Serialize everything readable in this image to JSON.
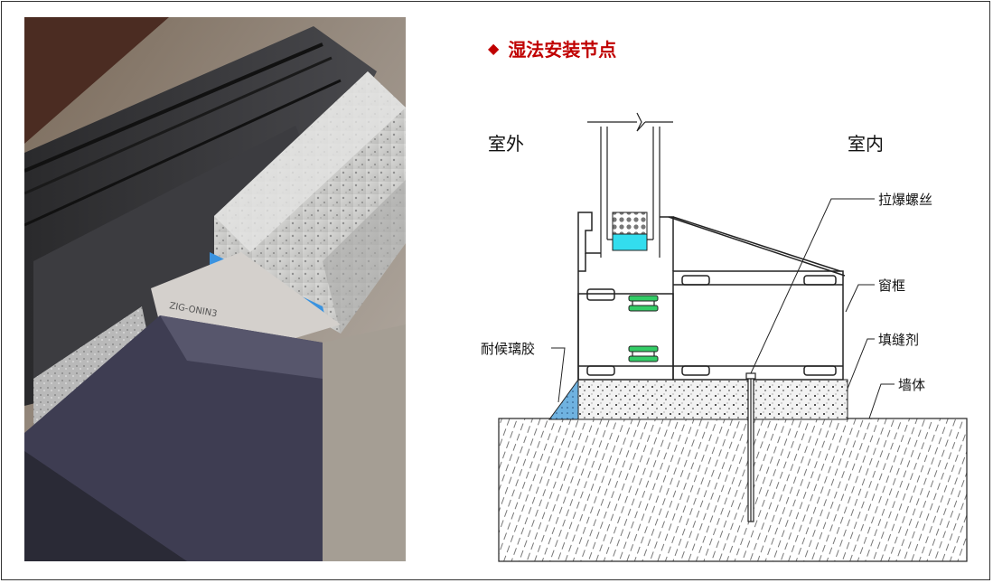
{
  "title": {
    "bullet_icon": "diamond-icon",
    "text": "湿法安装节点"
  },
  "diagram": {
    "side_outdoor": "室外",
    "side_indoor": "室内",
    "labels": {
      "anchor_bolt": "拉爆螺丝",
      "window_frame": "窗框",
      "weather_sealant": "耐候璃胶",
      "filler": "填缝剂",
      "wall": "墙体"
    }
  },
  "photo": {
    "tape_text": "ZIG-ONIN3"
  },
  "colors": {
    "title": "#c00000",
    "sealant_blue": "#6fb2e0",
    "glass_spacer_cyan": "#33ddee",
    "gasket_green": "#33cc66"
  }
}
